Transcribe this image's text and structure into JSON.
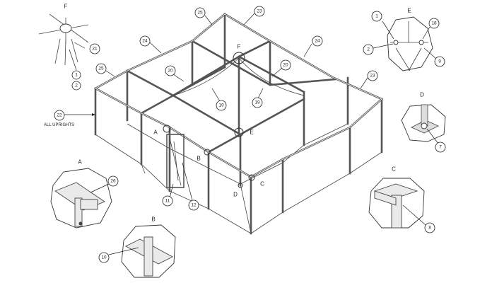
{
  "bubbles": {
    "b1": "1",
    "b2": "2",
    "b7": "7",
    "b8": "8",
    "b9": "9",
    "b10": "10",
    "b11": "11",
    "b12": "12",
    "b18": "18",
    "b19a": "19",
    "b19b": "19",
    "b20a": "20",
    "b20b": "20",
    "b21": "21",
    "b22": "22",
    "b23a": "23",
    "b23b": "23",
    "b24a": "24",
    "b24b": "24",
    "b25a": "25",
    "b25b": "25",
    "b26": "26",
    "bF1": "1",
    "bF2": "2",
    "bE2": "2"
  },
  "letters": {
    "F": "F",
    "E": "E",
    "D": "D",
    "A": "A",
    "B": "B",
    "C": "C"
  },
  "labels": {
    "all_uprights": "ALL UPRIGHTS"
  }
}
